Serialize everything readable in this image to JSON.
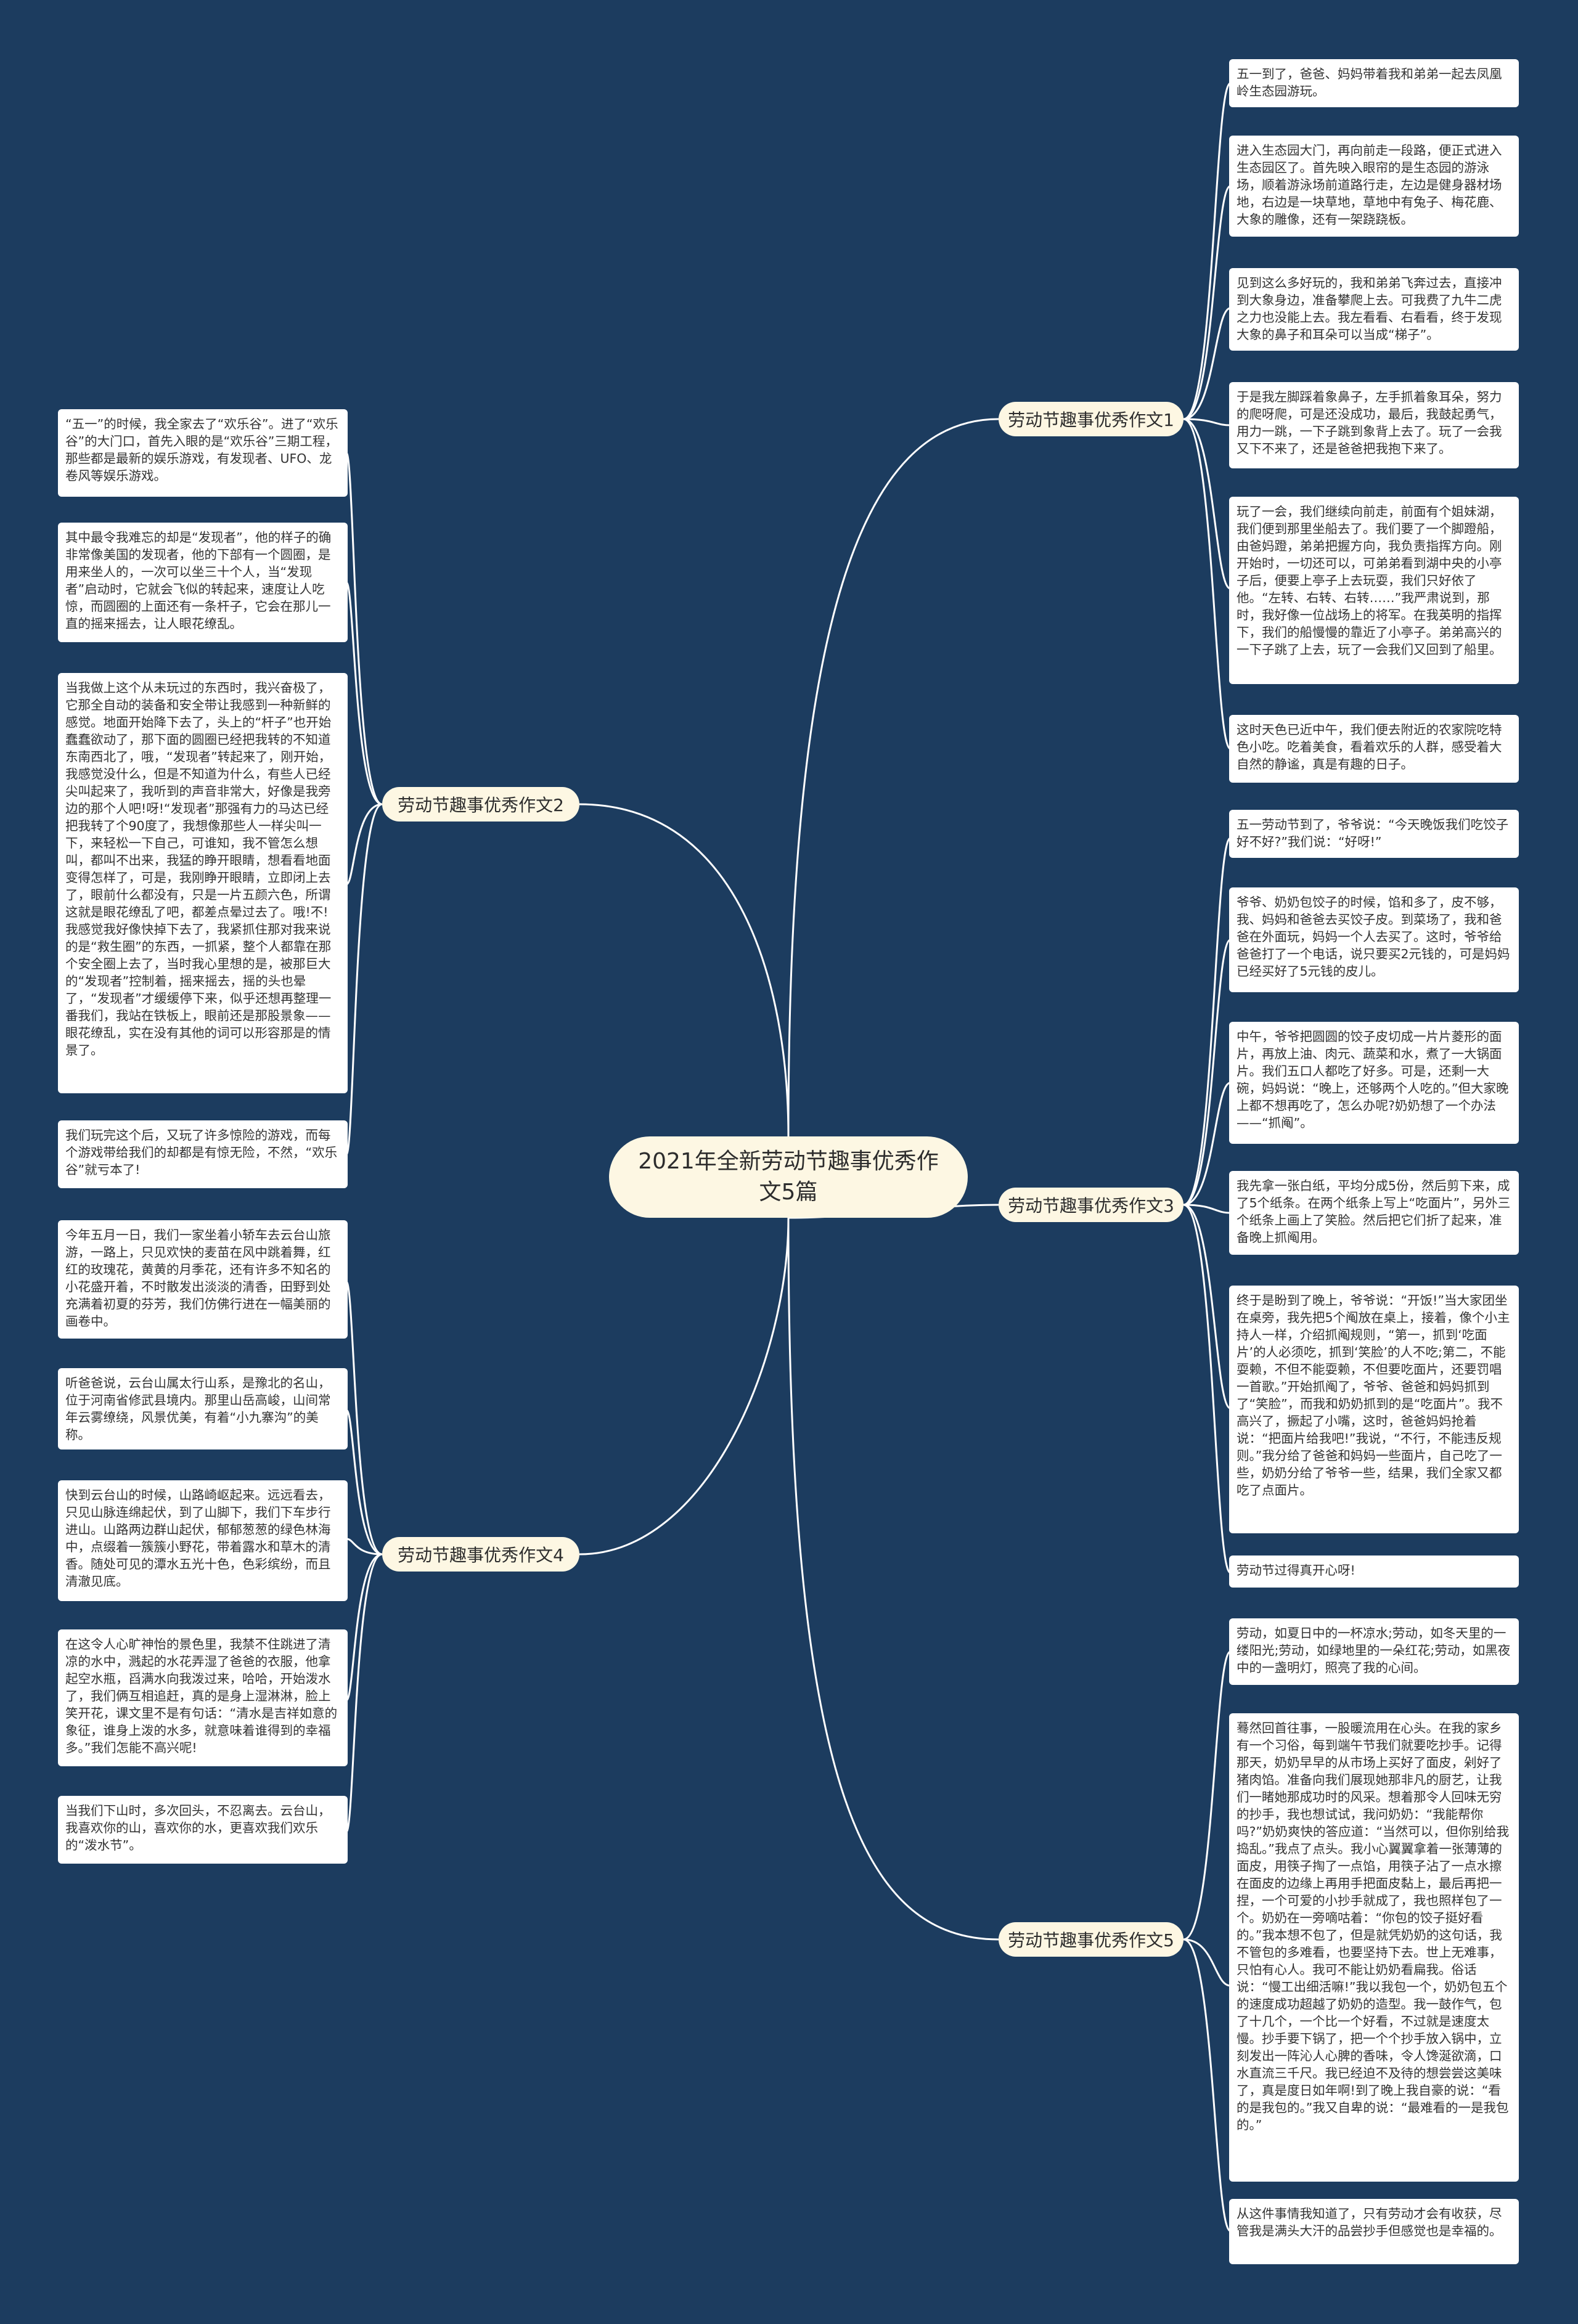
{
  "title": "2021年全新劳动节趣事优秀作文5篇",
  "branches": [
    {
      "label": "劳动节趣事优秀作文1"
    },
    {
      "label": "劳动节趣事优秀作文2"
    },
    {
      "label": "劳动节趣事优秀作文3"
    },
    {
      "label": "劳动节趣事优秀作文4"
    },
    {
      "label": "劳动节趣事优秀作文5"
    }
  ],
  "leaves1": [
    "五一到了，爸爸、妈妈带着我和弟弟一起去凤凰岭生态园游玩。",
    "进入生态园大门，再向前走一段路，便正式进入生态园区了。首先映入眼帘的是生态园的游泳场，顺着游泳场前道路行走，左边是健身器材场地，右边是一块草地，草地中有兔子、梅花鹿、大象的雕像，还有一架跷跷板。",
    "见到这么多好玩的，我和弟弟飞奔过去，直接冲到大象身边，准备攀爬上去。可我费了九牛二虎之力也没能上去。我左看看、右看看，终于发现大象的鼻子和耳朵可以当成“梯子”。",
    "于是我左脚踩着象鼻子，左手抓着象耳朵，努力的爬呀爬，可是还没成功，最后，我鼓起勇气，用力一跳，一下子跳到象背上去了。玩了一会我又下不来了，还是爸爸把我抱下来了。",
    "玩了一会，我们继续向前走，前面有个姐妹湖，我们便到那里坐船去了。我们要了一个脚蹬船，由爸妈蹬，弟弟把握方向，我负责指挥方向。刚开始时，一切还可以，可弟弟看到湖中央的小亭子后，便要上亭子上去玩耍，我们只好依了他。“左转、右转、右转……”我严肃说到，那时，我好像一位战场上的将军。在我英明的指挥下，我们的船慢慢的靠近了小亭子。弟弟高兴的一下子跳了上去，玩了一会我们又回到了船里。",
    "这时天色已近中午，我们便去附近的农家院吃特色小吃。吃着美食，看着欢乐的人群，感受着大自然的静谧，真是有趣的日子。"
  ],
  "leaves2": [
    "“五一”的时候，我全家去了“欢乐谷”。进了“欢乐谷”的大门口，首先入眼的是“欢乐谷”三期工程，那些都是最新的娱乐游戏，有发现者、UFO、龙卷风等娱乐游戏。",
    "其中最令我难忘的却是“发现者”，他的样子的确非常像美国的发现者，他的下部有一个圆圈，是用来坐人的，一次可以坐三十个人，当“发现者”启动时，它就会飞似的转起来，速度让人吃惊，而圆圈的上面还有一条杆子，它会在那儿一直的摇来摇去，让人眼花缭乱。",
    "当我做上这个从未玩过的东西时，我兴奋极了，它那全自动的装备和安全带让我感到一种新鲜的感觉。地面开始降下去了，头上的“杆子”也开始蠢蠢欲动了，那下面的圆圈已经把我转的不知道东南西北了，哦，“发现者”转起来了，刚开始，我感觉没什么，但是不知道为什么，有些人已经尖叫起来了，我听到的声音非常大，好像是我旁边的那个人吧!呀!“发现者”那强有力的马达已经把我转了个90度了，我想像那些人一样尖叫一下，来轻松一下自己，可谁知，我不管怎么想叫，都叫不出来，我猛的睁开眼睛，想看看地面变得怎样了，可是，我刚睁开眼睛，立即闭上去了，眼前什么都没有，只是一片五颜六色，所谓这就是眼花缭乱了吧，都差点晕过去了。哦!不!我感觉我好像快掉下去了，我紧抓住那对我来说的是“救生圈”的东西，一抓紧，整个人都靠在那个安全圈上去了，当时我心里想的是，被那巨大的“发现者”控制着，摇来摇去，摇的头也晕了，“发现者”才缓缓停下来，似乎还想再整理一番我们，我站在铁板上，眼前还是那股景象——眼花缭乱，实在没有其他的词可以形容那是的情景了。",
    "我们玩完这个后，又玩了许多惊险的游戏，而每个游戏带给我们的却都是有惊无险，不然，“欢乐谷”就亏本了!"
  ],
  "leaves3": [
    "五一劳动节到了，爷爷说：“今天晚饭我们吃饺子好不好?”我们说：“好呀!”",
    "爷爷、奶奶包饺子的时候，馅和多了，皮不够，我、妈妈和爸爸去买饺子皮。到菜场了，我和爸爸在外面玩，妈妈一个人去买了。这时，爷爷给爸爸打了一个电话，说只要买2元钱的，可是妈妈已经买好了5元钱的皮儿。",
    "中午，爷爷把圆圆的饺子皮切成一片片菱形的面片，再放上油、肉元、蔬菜和水，煮了一大锅面片。我们五口人都吃了好多。可是，还剩一大碗，妈妈说：“晚上，还够两个人吃的。”但大家晚上都不想再吃了，怎么办呢?奶奶想了一个办法——“抓阄”。",
    "我先拿一张白纸，平均分成5份，然后剪下来，成了5个纸条。在两个纸条上写上“吃面片”，另外三个纸条上画上了笑脸。然后把它们折了起来，准备晚上抓阄用。",
    "终于是盼到了晚上，爷爷说：“开饭!”当大家团坐在桌旁，我先把5个阄放在桌上，接着，像个小主持人一样，介绍抓阄规则，“第一，抓到‘吃面片’的人必须吃，抓到‘笑脸’的人不吃;第二，不能耍赖，不但不能耍赖，不但要吃面片，还要罚唱一首歌。”开始抓阄了，爷爷、爸爸和妈妈抓到了“笑脸”，而我和奶奶抓到的是“吃面片”。我不高兴了，撅起了小嘴，这时，爸爸妈妈抢着说：“把面片给我吧!”我说，“不行，不能违反规则。”我分给了爸爸和妈妈一些面片，自己吃了一些，奶奶分给了爷爷一些，结果，我们全家又都吃了点面片。",
    "劳动节过得真开心呀!"
  ],
  "leaves4": [
    "今年五月一日，我们一家坐着小轿车去云台山旅游，一路上，只见欢快的麦苗在风中跳着舞，红红的玫瑰花，黄黄的月季花，还有许多不知名的小花盛开着，不时散发出淡淡的清香，田野到处充满着初夏的芬芳，我们仿佛行进在一幅美丽的画卷中。",
    "听爸爸说，云台山属太行山系，是豫北的名山，位于河南省修武县境内。那里山岳高峻，山间常年云雾缭绕，风景优美，有着“小九寨沟”的美称。",
    "快到云台山的时候，山路崎岖起来。远远看去，只见山脉连绵起伏，到了山脚下，我们下车步行进山。山路两边群山起伏，郁郁葱葱的绿色林海中，点缀着一簇簇小野花，带着露水和草木的清香。随处可见的潭水五光十色，色彩缤纷，而且清澈见底。",
    "在这令人心旷神怡的景色里，我禁不住跳进了清凉的水中，溅起的水花弄湿了爸爸的衣服，他拿起空水瓶，舀满水向我泼过来，哈哈，开始泼水了，我们俩互相追赶，真的是身上湿淋淋，脸上笑开花，课文里不是有句话：“清水是吉祥如意的象征，谁身上泼的水多，就意味着谁得到的幸福多。”我们怎能不高兴呢!",
    "当我们下山时，多次回头，不忍离去。云台山，我喜欢你的山，喜欢你的水，更喜欢我们欢乐的“泼水节”。"
  ],
  "leaves5": [
    "劳动，如夏日中的一杯凉水;劳动，如冬天里的一缕阳光;劳动，如绿地里的一朵红花;劳动，如黑夜中的一盏明灯，照亮了我的心间。",
    "蓦然回首往事，一股暖流用在心头。在我的家乡有一个习俗，每到端午节我们就要吃抄手。记得那天，奶奶早早的从市场上买好了面皮，剁好了猪肉馅。准备向我们展现她那非凡的厨艺，让我们一睹她那成功时的风采。想着那令人回味无穷的抄手，我也想试试，我问奶奶：“我能帮你吗?”奶奶爽快的答应道：“当然可以，但你别给我捣乱。”我点了点头。我小心翼翼拿着一张薄薄的面皮，用筷子掏了一点馅，用筷子沾了一点水擦在面皮的边缘上再用手把面皮黏上，最后再把一捏，一个可爱的小抄手就成了，我也照样包了一个。奶奶在一旁嘀咕着：“你包的饺子挺好看的。”我本想不包了，但是就凭奶奶的这句话，我不管包的多难看，也要坚持下去。世上无难事，只怕有心人。我可不能让奶奶看扁我。俗话说：“慢工出细活嘛!”我以我包一个，奶奶包五个的速度成功超越了奶奶的造型。我一鼓作气，包了十几个，一个比一个好看，不过就是速度太慢。抄手要下锅了，把一个个抄手放入锅中，立刻发出一阵沁人心脾的香味，令人馋涎欲滴，口水直流三千尺。我已经迫不及待的想尝尝这美味了，真是度日如年啊!到了晚上我自豪的说：“看的是我包的。”我又自卑的说：“最难看的一是我包的。”",
    "从这件事情我知道了，只有劳动才会有收获，尽管我是满头大汗的品尝抄手但感觉也是幸福的。"
  ]
}
